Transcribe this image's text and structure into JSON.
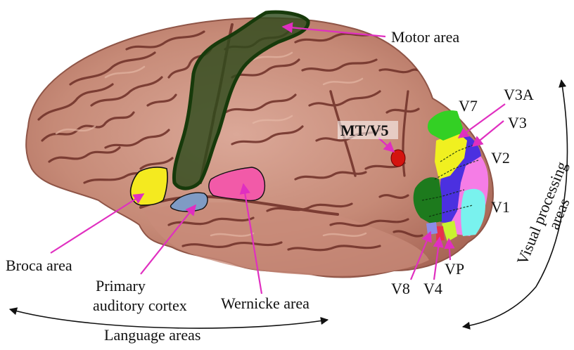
{
  "labels": {
    "motor_area": "Motor area",
    "mt_v5": "MT/V5",
    "v7": "V7",
    "v3a": "V3A",
    "v3": "V3",
    "v2": "V2",
    "v1": "V1",
    "vp": "VP",
    "v4": "V4",
    "v8": "V8",
    "broca_area": "Broca area",
    "primary_auditory_1": "Primary",
    "primary_auditory_2": "auditory cortex",
    "wernicke_area": "Wernicke area",
    "language_areas": "Language areas",
    "visual_processing": "Visual processing",
    "areas": "areas"
  },
  "colors": {
    "brain_base": "#c98e7c",
    "brain_light": "#e0b1a0",
    "sulcus": "#6e2f27",
    "motor_fill": "#2f4a1c",
    "motor_outline": "#1c3a0e",
    "broca": "#f4ea1f",
    "auditory": "#7f9bc4",
    "wernicke": "#f25aa8",
    "mt_v5": "#d4140f",
    "arrow_magenta": "#e02fc0",
    "v7": "#33d024",
    "v3a": "#f0f020",
    "v3": "#4b30e0",
    "v2": "#f57de6",
    "v1": "#79f2ee",
    "v_dark_green": "#1d7a1d",
    "vp": "#c9f230",
    "v4": "#e8324a",
    "v8": "#8c8ce8"
  }
}
